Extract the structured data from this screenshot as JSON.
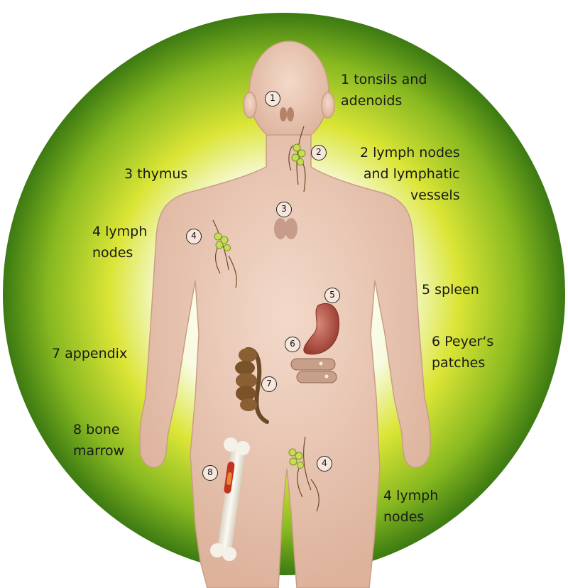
{
  "labels": {
    "tonsils": "1 tonsils and\nadenoids",
    "lymph_nodes_vessels": "2 lymph nodes\nand lymphatic\nvessels",
    "thymus": "3 thymus",
    "lymph_nodes_armpit": "4 lymph\nnodes",
    "spleen": "5 spleen",
    "peyers_patches": "6 Peyer‘s\npatches",
    "appendix": "7 appendix",
    "bone_marrow": "8 bone\nmarrow",
    "lymph_nodes_groin": "4 lymph\nnodes"
  },
  "markers": {
    "m1": "1",
    "m2": "2",
    "m3": "3",
    "m4a": "4",
    "m5": "5",
    "m6": "6",
    "m7": "7",
    "m8": "8",
    "m4b": "4"
  },
  "colors": {
    "disc_center": "#ffffff",
    "disc_mid": "#dbe536",
    "disc_edge": "#3c7a12",
    "skin": "#e8c7b5",
    "spleen": "#b8574c",
    "appendix": "#6b4a26",
    "lymph_node": "#c7dd55",
    "bone": "#f2efe6",
    "marrow": "#c2341f"
  }
}
